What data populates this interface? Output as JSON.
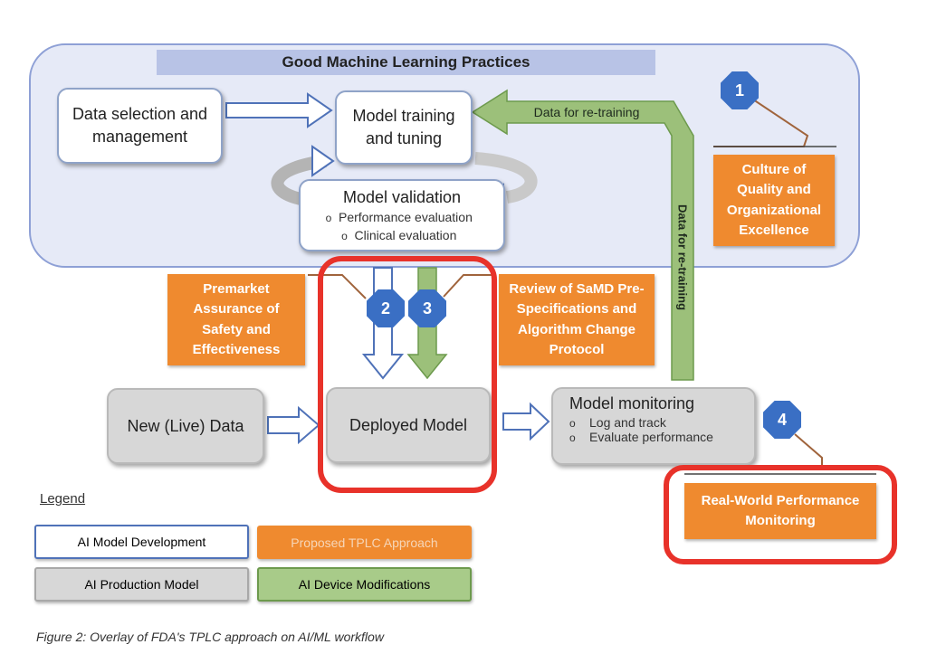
{
  "gmlp": {
    "title": "Good Machine Learning Practices"
  },
  "boxes": {
    "data_selection": "Data selection and management",
    "model_training": "Model training and tuning",
    "model_validation": {
      "title": "Model validation",
      "items": [
        "Performance evaluation",
        "Clinical evaluation"
      ]
    },
    "new_live_data": "New (Live) Data",
    "deployed_model": "Deployed Model",
    "model_monitoring": {
      "title": "Model monitoring",
      "items": [
        "Log and track",
        "Evaluate performance"
      ]
    }
  },
  "arrows": {
    "retraining_horizontal": "Data for re-training",
    "retraining_vertical": "Data for re-training"
  },
  "orange": {
    "culture": "Culture of Quality and Organizational Excellence",
    "premarket": "Premarket Assurance of Safety and Effectiveness",
    "review": "Review of SaMD Pre-Specifications and Algorithm Change Protocol",
    "rwpm": "Real-World Performance Monitoring"
  },
  "badges": {
    "b1": "1",
    "b2": "2",
    "b3": "3",
    "b4": "4"
  },
  "legend": {
    "title": "Legend",
    "ai_model_development": "AI Model Development",
    "proposed_tplc": "Proposed TPLC Approach",
    "ai_production_model": "AI Production Model",
    "ai_device_modifications": "AI Device Modifications"
  },
  "caption": "Figure 2: Overlay of FDA's TPLC approach on AI/ML workflow",
  "colors": {
    "gmlp_panel": "#e6eaf7",
    "gmlp_banner": "#b8c3e6",
    "orange": "#ef8a2f",
    "green_arrow": "#9cc07a",
    "badge_blue": "#3a6fc4",
    "highlight_red": "#e8322a",
    "production_gray": "#d7d7d7"
  }
}
